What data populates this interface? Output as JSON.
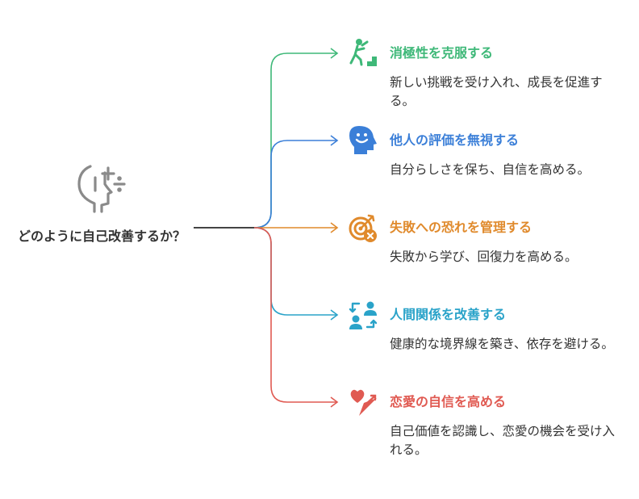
{
  "root": {
    "label": "どのように自己改善するか？",
    "icon": "head-thinking-icon"
  },
  "branches": [
    {
      "title": "消極性を克服する",
      "desc": "新しい挑戦を受け入れ、成長を促進する。",
      "color": "#3eb878",
      "icon": "climbing-stairs-icon"
    },
    {
      "title": "他人の評価を無視する",
      "desc": "自分らしさを保ち、自信を高める。",
      "color": "#3b7fd8",
      "icon": "smiling-head-icon"
    },
    {
      "title": "失敗への恐れを管理する",
      "desc": "失敗から学び、回復力を高める。",
      "color": "#e08a2c",
      "icon": "target-cross-icon"
    },
    {
      "title": "人間関係を改善する",
      "desc": "健康的な境界線を築き、依存を避ける。",
      "color": "#2aa3c9",
      "icon": "people-exchange-icon"
    },
    {
      "title": "恋愛の自信を高める",
      "desc": "自己価値を認識し、恋愛の機会を受け入れる。",
      "color": "#e05a52",
      "icon": "heart-arrow-icon"
    }
  ]
}
